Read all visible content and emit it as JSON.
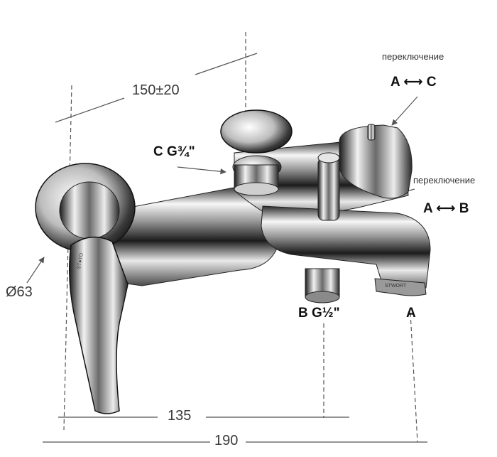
{
  "dimensions": {
    "width_label": "150±20",
    "diameter_label": "Ø63",
    "bottom_short": "135",
    "bottom_long": "190"
  },
  "ports": {
    "shower": "C  G¾\"",
    "inlet": "B G½\"",
    "spout": "A"
  },
  "switches": {
    "top_title": "переключение",
    "top_pair": "A ⟷ C",
    "right_title": "переключение",
    "right_pair": "A ⟷ B"
  },
  "branding": {
    "handle_logo": "ST●TO",
    "spout_logo": "STWORT"
  },
  "colors": {
    "chrome_dark": "#1a1a1a",
    "chrome_mid": "#7d7d7d",
    "chrome_light": "#f4f4f4",
    "dimension_line": "#555555"
  }
}
